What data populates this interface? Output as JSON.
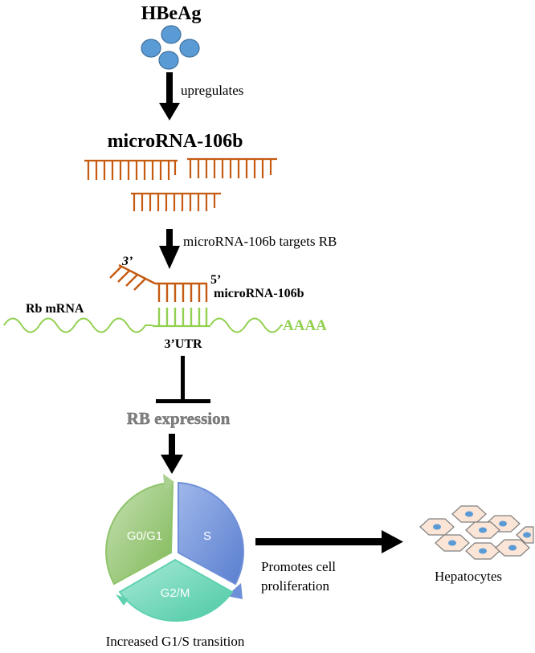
{
  "labels": {
    "hbeag": "HBeAg",
    "upregulates": "upregulates",
    "mirna_title": "microRNA-106b",
    "targets": "microRNA-106b targets RB",
    "three_prime": "3’",
    "five_prime": "5’",
    "mirna_small": "microRNA-106b",
    "rb_mrna": "Rb mRNA",
    "poly_a": "AAAA",
    "utr": "3’UTR",
    "rb_expression": "RB expression",
    "phase_g0g1": "G0/G1",
    "phase_s": "S",
    "phase_g2m": "G2/M",
    "promotes_line1": "Promotes cell",
    "promotes_line2": "proliferation",
    "hepatocytes": "Hepatocytes",
    "transition": "Increased G1/S transition"
  },
  "colors": {
    "hbeag_particle": "#5b9bd5",
    "mirna": "#c55a11",
    "mrna": "#92d050",
    "arrow": "#000000",
    "rb_expression_text": "#808080",
    "g0g1": "#8fc46b",
    "s": "#6f8fd8",
    "g2m": "#5fd1b0",
    "hepatocyte_fill": "#fbe5d6",
    "hepatocyte_nucleus": "#5b9bd5"
  }
}
